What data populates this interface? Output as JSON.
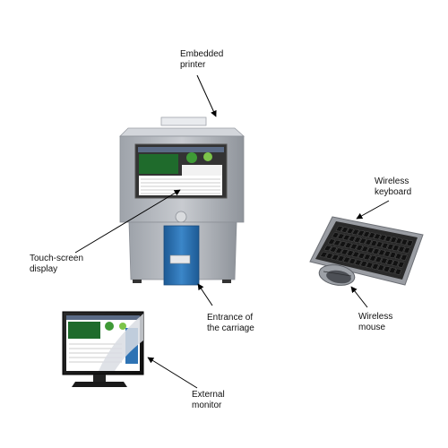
{
  "labels": {
    "embedded_printer": "Embedded\nprinter",
    "touch_screen_display": "Touch-screen\ndisplay",
    "wireless_keyboard": "Wireless\nkeyboard",
    "entrance_of_carriage": "Entrance of\nthe carriage",
    "wireless_mouse": "Wireless\nmouse",
    "external_monitor": "External\nmonitor"
  },
  "colors": {
    "device_body": "#b9bdc4",
    "device_top": "#d3d6db",
    "screen_green": "#1f6b2c",
    "carriage_blue": "#2e73b4",
    "keyboard_dark": "#2a2a2a",
    "keyboard_frame": "#9a9da3",
    "arrow": "#000000"
  }
}
